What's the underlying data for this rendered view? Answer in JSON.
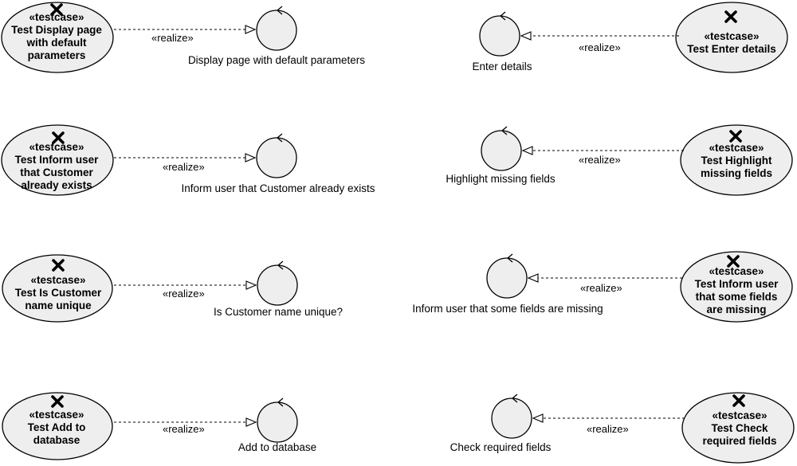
{
  "realize_label": "«realize»",
  "stereotype": "«testcase»",
  "pairs": [
    {
      "test_lines": [
        "Test Display page",
        "with default",
        "parameters"
      ],
      "control": "Display page with default parameters"
    },
    {
      "test_lines": [
        "Test Enter details"
      ],
      "control": "Enter details"
    },
    {
      "test_lines": [
        "Test Inform user",
        "that Customer",
        "already exists"
      ],
      "control": "Inform user that Customer already exists"
    },
    {
      "test_lines": [
        "Test Highlight",
        "missing fields"
      ],
      "control": "Highlight missing fields"
    },
    {
      "test_lines": [
        "Test Is Customer",
        "name unique"
      ],
      "control": "Is Customer name unique?"
    },
    {
      "test_lines": [
        "Test Inform user",
        "that some fields",
        "are missing"
      ],
      "control": "Inform user that some fields are missing"
    },
    {
      "test_lines": [
        "Test Add to",
        "database"
      ],
      "control": "Add to database"
    },
    {
      "test_lines": [
        "Test Check",
        "required fields"
      ],
      "control": "Check required fields"
    }
  ],
  "colors": {
    "ellipse_fill": "#eeeeee",
    "stroke": "#000000"
  },
  "icons": {
    "testcase_marker": "x-mark-icon",
    "control": "control-circle-icon"
  }
}
